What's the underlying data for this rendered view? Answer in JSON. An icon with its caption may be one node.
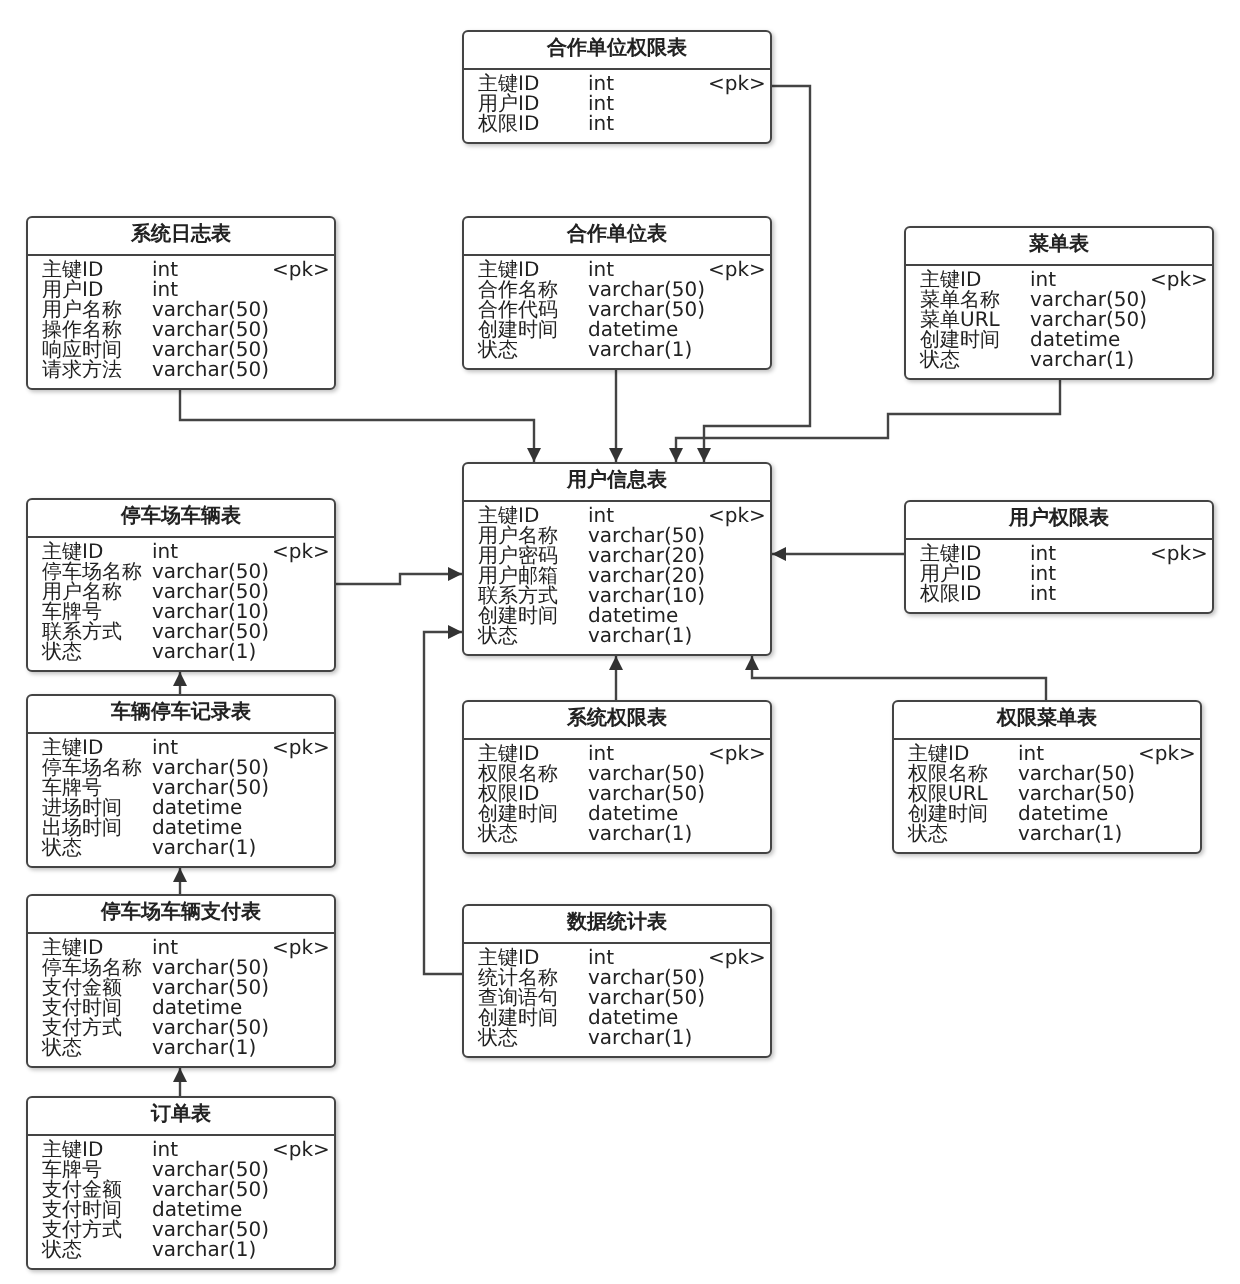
{
  "diagram": {
    "nodes": [
      {
        "text": [
          "合作单位权限表",
          "主键ID",
          "int",
          "<pk>",
          "用户ID",
          "int",
          "权限ID",
          "int"
        ]
      },
      {
        "text": [
          "系统日志表",
          "主键ID",
          "int",
          "<pk>",
          "用户ID",
          "int",
          "用户名称",
          "varchar(50)",
          "操作名称",
          "varchar(50)",
          "响应时间",
          "varchar(50)",
          "请求方法",
          "varchar(50)"
        ]
      },
      {
        "text": [
          "合作单位表",
          "主键ID",
          "int",
          "<pk>",
          "合作名称",
          "varchar(50)",
          "合作代码",
          "varchar(50)",
          "创建时间",
          "datetime",
          "状态",
          "varchar(1)"
        ]
      },
      {
        "text": [
          "菜单表",
          "主键ID",
          "int",
          "<pk>",
          "菜单名称",
          "varchar(50)",
          "菜单URL",
          "varchar(50)",
          "创建时间",
          "datetime",
          "状态",
          "varchar(1)"
        ]
      },
      {
        "text": [
          "用户信息表",
          "主键ID",
          "int",
          "<pk>",
          "用户名称",
          "varchar(50)",
          "用户密码",
          "varchar(20)",
          "用户邮箱",
          "varchar(20)",
          "联系方式",
          "varchar(10)",
          "创建时间",
          "datetime",
          "状态",
          "varchar(1)"
        ]
      },
      {
        "text": [
          "停车场车辆表",
          "主键ID",
          "int",
          "<pk>",
          "停车场名称",
          "varchar(50)",
          "用户名称",
          "varchar(50)",
          "车牌号",
          "varchar(10)",
          "联系方式",
          "varchar(50)",
          "状态",
          "varchar(1)"
        ]
      },
      {
        "text": [
          "用户权限表",
          "主键ID",
          "int",
          "<pk>",
          "用户ID",
          "int",
          "权限ID",
          "int"
        ]
      },
      {
        "text": [
          "车辆停车记录表",
          "主键ID",
          "int",
          "<pk>",
          "停车场名称",
          "varchar(50)",
          "车牌号",
          "varchar(50)",
          "进场时间",
          "datetime",
          "出场时间",
          "datetime",
          "状态",
          "varchar(1)"
        ]
      },
      {
        "text": [
          "系统权限表",
          "主键ID",
          "int",
          "<pk>",
          "权限名称",
          "varchar(50)",
          "权限ID",
          "varchar(50)",
          "创建时间",
          "datetime",
          "状态",
          "varchar(1)"
        ]
      },
      {
        "text": [
          "权限菜单表",
          "主键ID",
          "int",
          "<pk>",
          "权限名称",
          "varchar(50)",
          "权限URL",
          "varchar(50)",
          "创建时间",
          "datetime",
          "状态",
          "varchar(1)"
        ]
      },
      {
        "text": [
          "停车场车辆支付表",
          "主键ID",
          "int",
          "<pk>",
          "停车场名称",
          "varchar(50)",
          "支付金额",
          "varchar(50)",
          "支付时间",
          "datetime",
          "支付方式",
          "varchar(50)",
          "状态",
          "varchar(1)"
        ]
      },
      {
        "text": [
          "数据统计表",
          "主键ID",
          "int",
          "<pk>",
          "统计名称",
          "varchar(50)",
          "查询语句",
          "varchar(50)",
          "创建时间",
          "datetime",
          "状态",
          "varchar(1)"
        ]
      },
      {
        "text": [
          "订单表",
          "主键ID",
          "int",
          "<pk>",
          "车牌号",
          "varchar(50)",
          "支付金额",
          "varchar(50)",
          "支付时间",
          "datetime",
          "支付方式",
          "varchar(50)",
          "状态",
          "varchar(1)"
        ]
      }
    ],
    "edges": [
      {
        "from": 0,
        "to": 4,
        "arrow": "to"
      },
      {
        "from": 1,
        "to": 4,
        "arrow": "to"
      },
      {
        "from": 2,
        "to": 4,
        "arrow": "to"
      },
      {
        "from": 3,
        "to": 4,
        "arrow": "to"
      },
      {
        "from": 5,
        "to": 4,
        "arrow": "to"
      },
      {
        "from": 6,
        "to": 4,
        "arrow": "to"
      },
      {
        "from": 7,
        "to": 5,
        "arrow": "to"
      },
      {
        "from": 8,
        "to": 4,
        "arrow": "to"
      },
      {
        "from": 9,
        "to": 4,
        "arrow": "to"
      },
      {
        "from": 10,
        "to": 7,
        "arrow": "to"
      },
      {
        "from": 11,
        "to": 4,
        "arrow": "to"
      },
      {
        "from": 12,
        "to": 10,
        "arrow": "to"
      }
    ]
  }
}
